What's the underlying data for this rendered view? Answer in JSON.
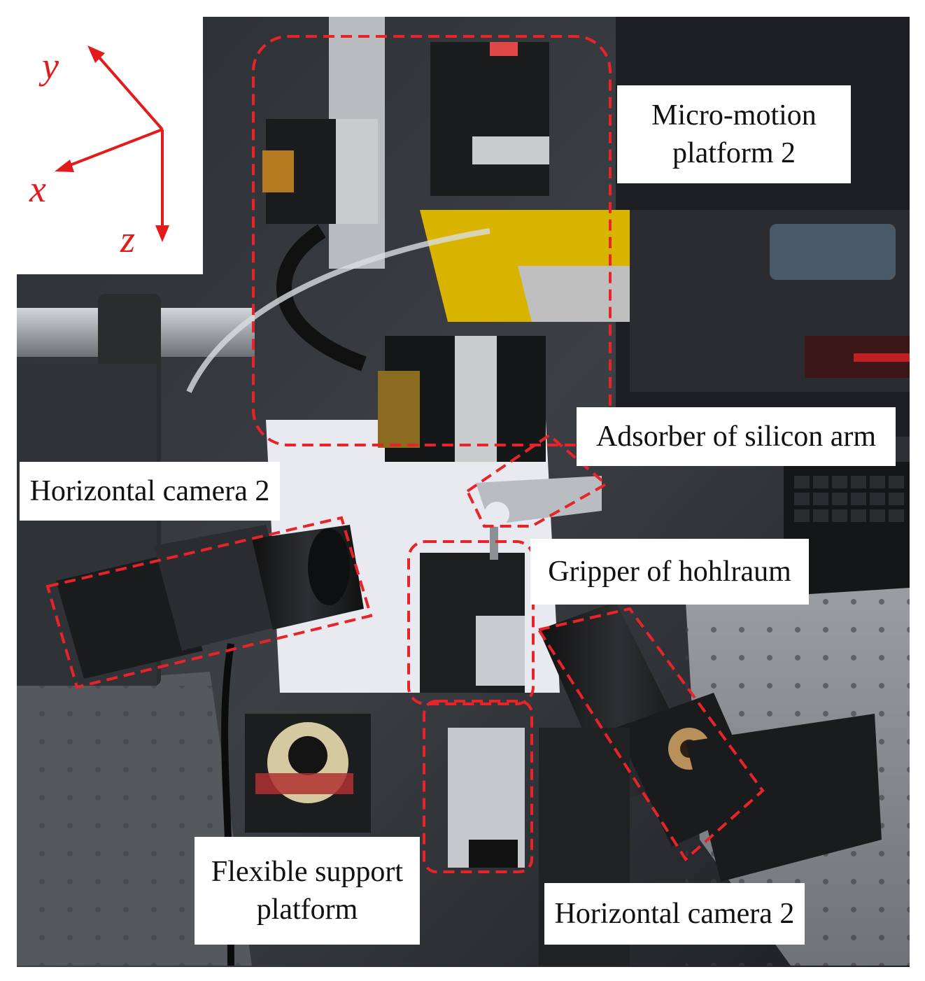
{
  "axes": {
    "y": "y",
    "x": "x",
    "z": "z",
    "color": "#e31b1b"
  },
  "labels": {
    "micro_motion_line1": "Micro-motion",
    "micro_motion_line2": "platform 2",
    "adsorber": "Adsorber of silicon arm",
    "horizontal_camera_left": "Horizontal camera 2",
    "gripper": "Gripper of hohlraum",
    "flexible_line1": "Flexible support",
    "flexible_line2": "platform",
    "horizontal_camera_right": "Horizontal camera 2"
  },
  "colors": {
    "highlight_dash": "#e8232a",
    "label_background": "#ffffff",
    "tape_yellow": "#d8b400",
    "table_gray": "#8a8d90"
  }
}
